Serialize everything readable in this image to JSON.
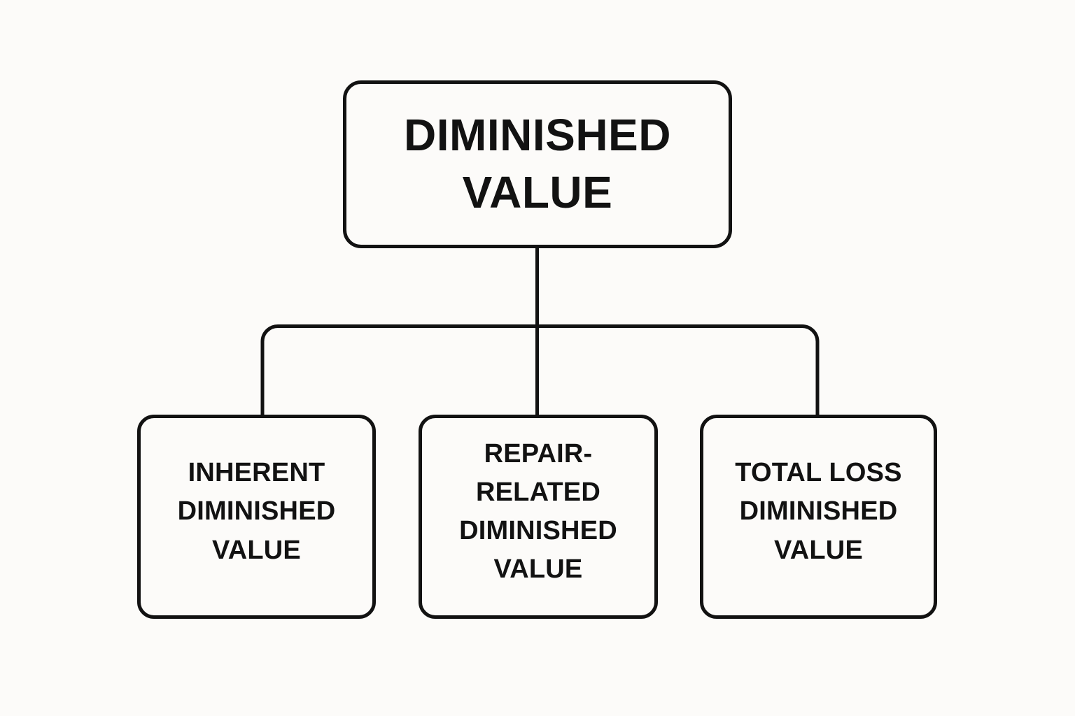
{
  "diagram": {
    "title": "DIMINISHED VALUE",
    "type": "hierarchy-tree",
    "background_color": "#FCFBF9",
    "line_color": "#121212",
    "text_color": "#121212",
    "root": {
      "id": "root",
      "label": "DIMINISHED\nVALUE"
    },
    "children": [
      {
        "id": "inherent",
        "label": "INHERENT\nDIMINISHED\nVALUE"
      },
      {
        "id": "repair-related",
        "label": "REPAIR-\nRELATED\nDIMINISHED\nVALUE"
      },
      {
        "id": "total-loss",
        "label": "TOTAL LOSS\nDIMINISHED\nVALUE"
      }
    ]
  }
}
